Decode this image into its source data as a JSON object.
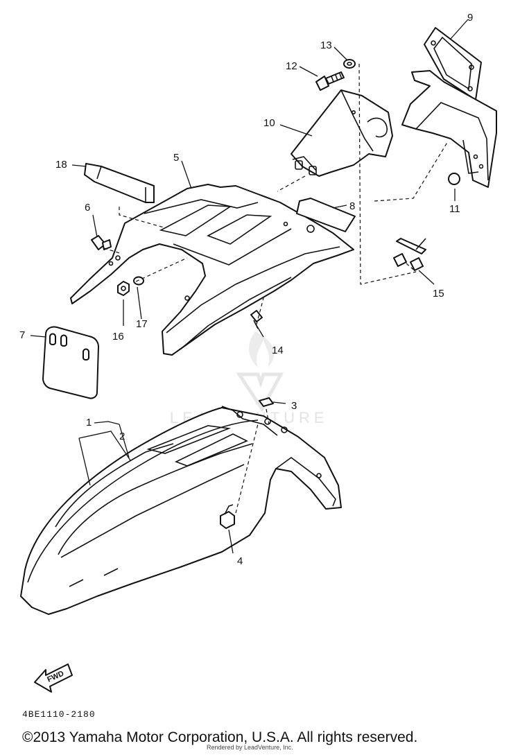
{
  "diagram": {
    "callouts": [
      {
        "label": "1"
      },
      {
        "label": "2"
      },
      {
        "label": "3"
      },
      {
        "label": "4"
      },
      {
        "label": "5"
      },
      {
        "label": "6"
      },
      {
        "label": "7"
      },
      {
        "label": "8"
      },
      {
        "label": "9"
      },
      {
        "label": "10"
      },
      {
        "label": "11"
      },
      {
        "label": "12"
      },
      {
        "label": "13"
      },
      {
        "label": "14"
      },
      {
        "label": "15"
      },
      {
        "label": "16"
      },
      {
        "label": "17"
      },
      {
        "label": "18"
      }
    ],
    "fwd_label": "FWD",
    "diagram_code": "4BE1110-2180",
    "watermark_text": "LEADVENTURE"
  },
  "footer": {
    "copyright": "©2013 Yamaha Motor Corporation, U.S.A. All rights reserved.",
    "rendered_by": "Rendered by LeadVenture, Inc."
  }
}
